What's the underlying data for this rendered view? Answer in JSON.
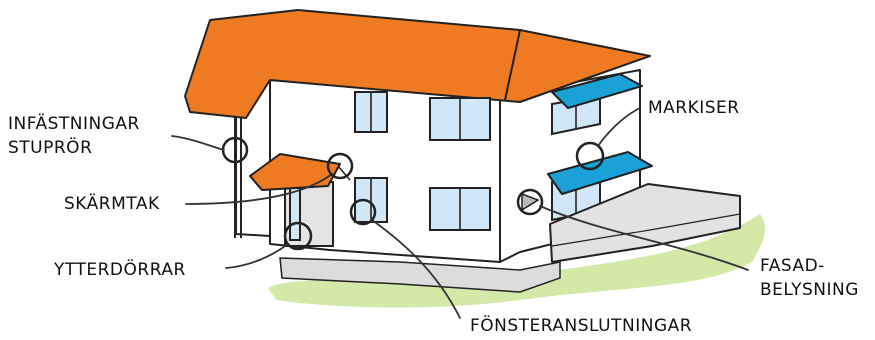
{
  "colors": {
    "roof": "#ee7b22",
    "awning_blue": "#1aa2d8",
    "grass": "#d4e8a8",
    "window_glass": "#cfe7f6",
    "wall_front": "#ffffff",
    "wall_side": "#f1f1f1",
    "pavement": "#dcdcdc",
    "outline": "#222222"
  },
  "labels": {
    "downpipe_fastenings": [
      "INFÄSTNINGAR",
      "STUPRÖR"
    ],
    "canopy": "SKÄRMTAK",
    "exterior_doors": "YTTERDÖRRAR",
    "window_connections": "FÖNSTERANSLUTNINGAR",
    "awnings": "MARKISER",
    "facade_lighting": [
      "FASAD-",
      "BELYSNING"
    ]
  }
}
